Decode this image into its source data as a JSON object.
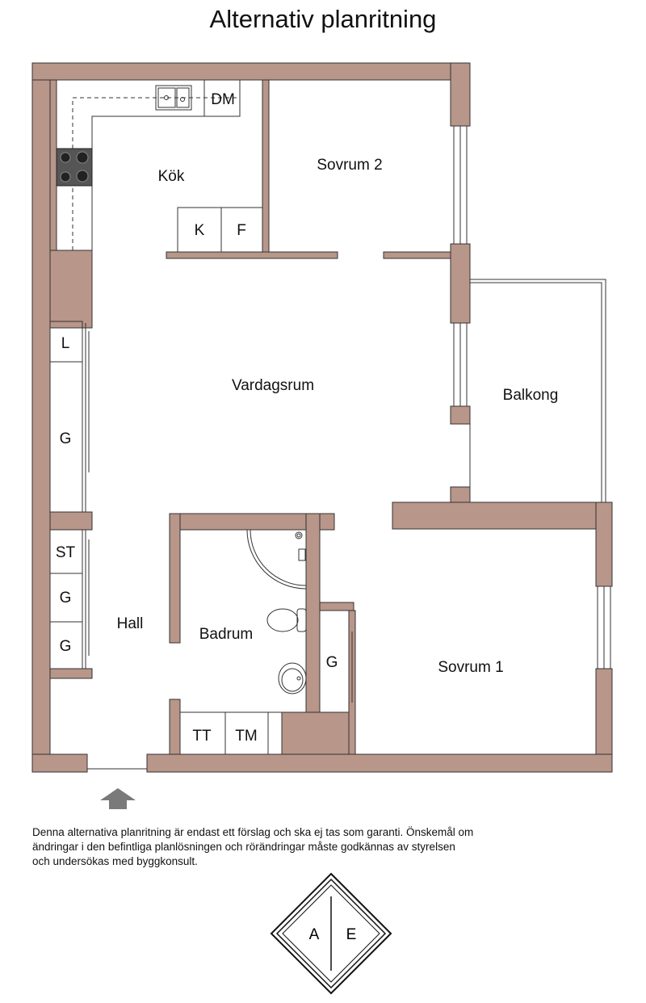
{
  "title": "Alternativ planritning",
  "rooms": {
    "kok": "Kök",
    "sovrum2": "Sovrum 2",
    "vardagsrum": "Vardagsrum",
    "balkong": "Balkong",
    "hall": "Hall",
    "badrum": "Badrum",
    "sovrum1": "Sovrum 1"
  },
  "fixtures": {
    "dm": "DM",
    "k": "K",
    "f": "F",
    "l": "L",
    "g1": "G",
    "st": "ST",
    "g2": "G",
    "g3": "G",
    "g4": "G",
    "tt": "TT",
    "tm": "TM"
  },
  "disclaimer": "Denna alternativa planritning är endast ett förslag och ska ej tas som garanti. Önskemål om\n ändringar i den befintliga planlösningen och rörändringar måste godkännas av styrelsen\n och undersökas med byggkonsult.",
  "logo": {
    "left": "A",
    "right": "E"
  },
  "colors": {
    "wall": "#b8968a",
    "line": "#222222",
    "arrow": "#7a7a7a"
  }
}
